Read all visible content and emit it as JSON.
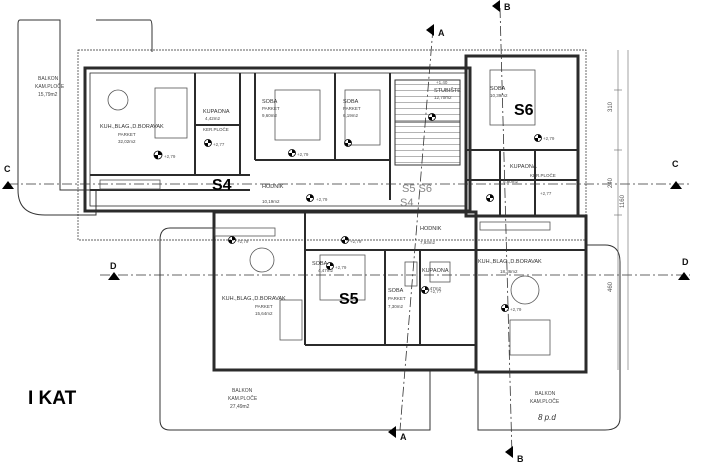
{
  "floor_label": "I KAT",
  "units": {
    "s4": "S4",
    "s5": "S5",
    "s6": "S6",
    "s5s6_faint": "S5 S6",
    "s4_faint": "S4"
  },
  "section_markers": {
    "a": "A",
    "b": "B",
    "c": "C",
    "d": "D"
  },
  "balconies": {
    "left_top": {
      "name": "BALKON",
      "finish": "KAM.PLOČE",
      "area": "15,79m2"
    },
    "bottom_center": {
      "name": "BALKON",
      "finish": "KAM.PLOČE",
      "area": "27,49m2"
    },
    "bottom_right": {
      "name": "BALKON",
      "finish": "KAM.PLOČE"
    }
  },
  "rooms": {
    "s4_kuh": {
      "name": "KUH.,BLAG.,D.BORAVAK",
      "finish": "PARKET",
      "area": "32,02m2"
    },
    "s4_kupaona": {
      "name": "KUPAONA",
      "area": "4,42m2",
      "finish": "KER.PLOČE"
    },
    "s4_soba1": {
      "name": "SOBA",
      "finish": "PARKET",
      "area": "9,60m2"
    },
    "s4_soba2": {
      "name": "SOBA",
      "finish": "PARKET",
      "area": "6,19m2"
    },
    "s4_hodnik": {
      "name": "HODNIK",
      "area": "10,19m2"
    },
    "stubiste": {
      "name": "STUBIŠTE",
      "area": "12,70m2"
    },
    "s6_soba": {
      "name": "SOBA",
      "area": "10,39m2"
    },
    "s6_kupaona": {
      "name": "KUPAONA",
      "finish": "KER.PLOČE",
      "area": "5,80m2"
    },
    "s6_kuh": {
      "name": "KUH.,BLAG.,D.BORAVAK",
      "area": "18,36m2"
    },
    "s5_hodnik": {
      "name": "HODNIK",
      "area": "7,93m2"
    },
    "s5_kuh": {
      "name": "KUH.,BLAG.,D.BORAVAK",
      "finish": "PARKET",
      "area": "15,64m2"
    },
    "s5_soba1": {
      "name": "SOBA",
      "finish": "PARKET",
      "area": "4,47m2"
    },
    "s5_soba2": {
      "name": "SOBA",
      "finish": "PARKET",
      "area": "7,30m2"
    },
    "s5_kupaona": {
      "name": "KUPAONA",
      "area": "4,47m2"
    }
  },
  "level_marks": {
    "std": "+2,79",
    "wet": "+2,77",
    "stair": "+1,40"
  },
  "dimensions": {
    "d310": "310",
    "d240": "240",
    "d1160": "1160",
    "d460": "460"
  },
  "handwritten": "8 p.d",
  "colors": {
    "line": "#2b2b2b",
    "light": "#8a8a8a",
    "paper": "#ffffff"
  }
}
